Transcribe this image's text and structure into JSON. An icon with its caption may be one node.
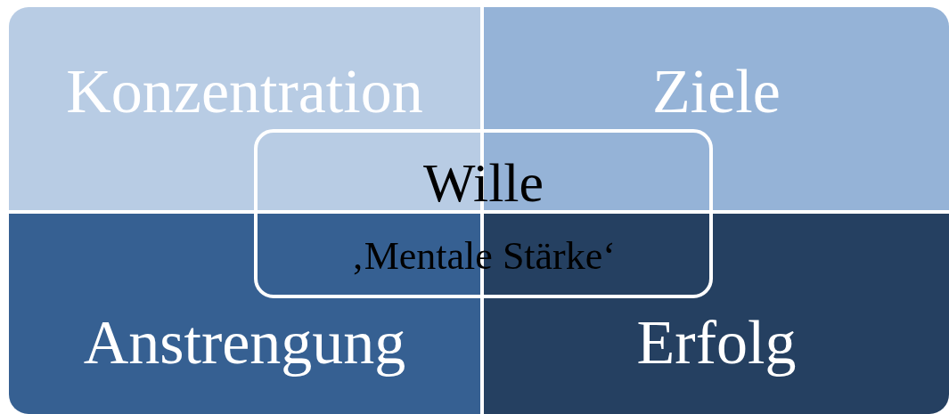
{
  "diagram": {
    "nodes": [
      {
        "text": [
          "Konzentration"
        ]
      },
      {
        "text": [
          "Ziele"
        ]
      },
      {
        "text": [
          "Anstrengung"
        ]
      },
      {
        "text": [
          "Erfolg"
        ]
      },
      {
        "text": [
          "Wille",
          "‚Mentale Stärke‘"
        ]
      }
    ]
  }
}
